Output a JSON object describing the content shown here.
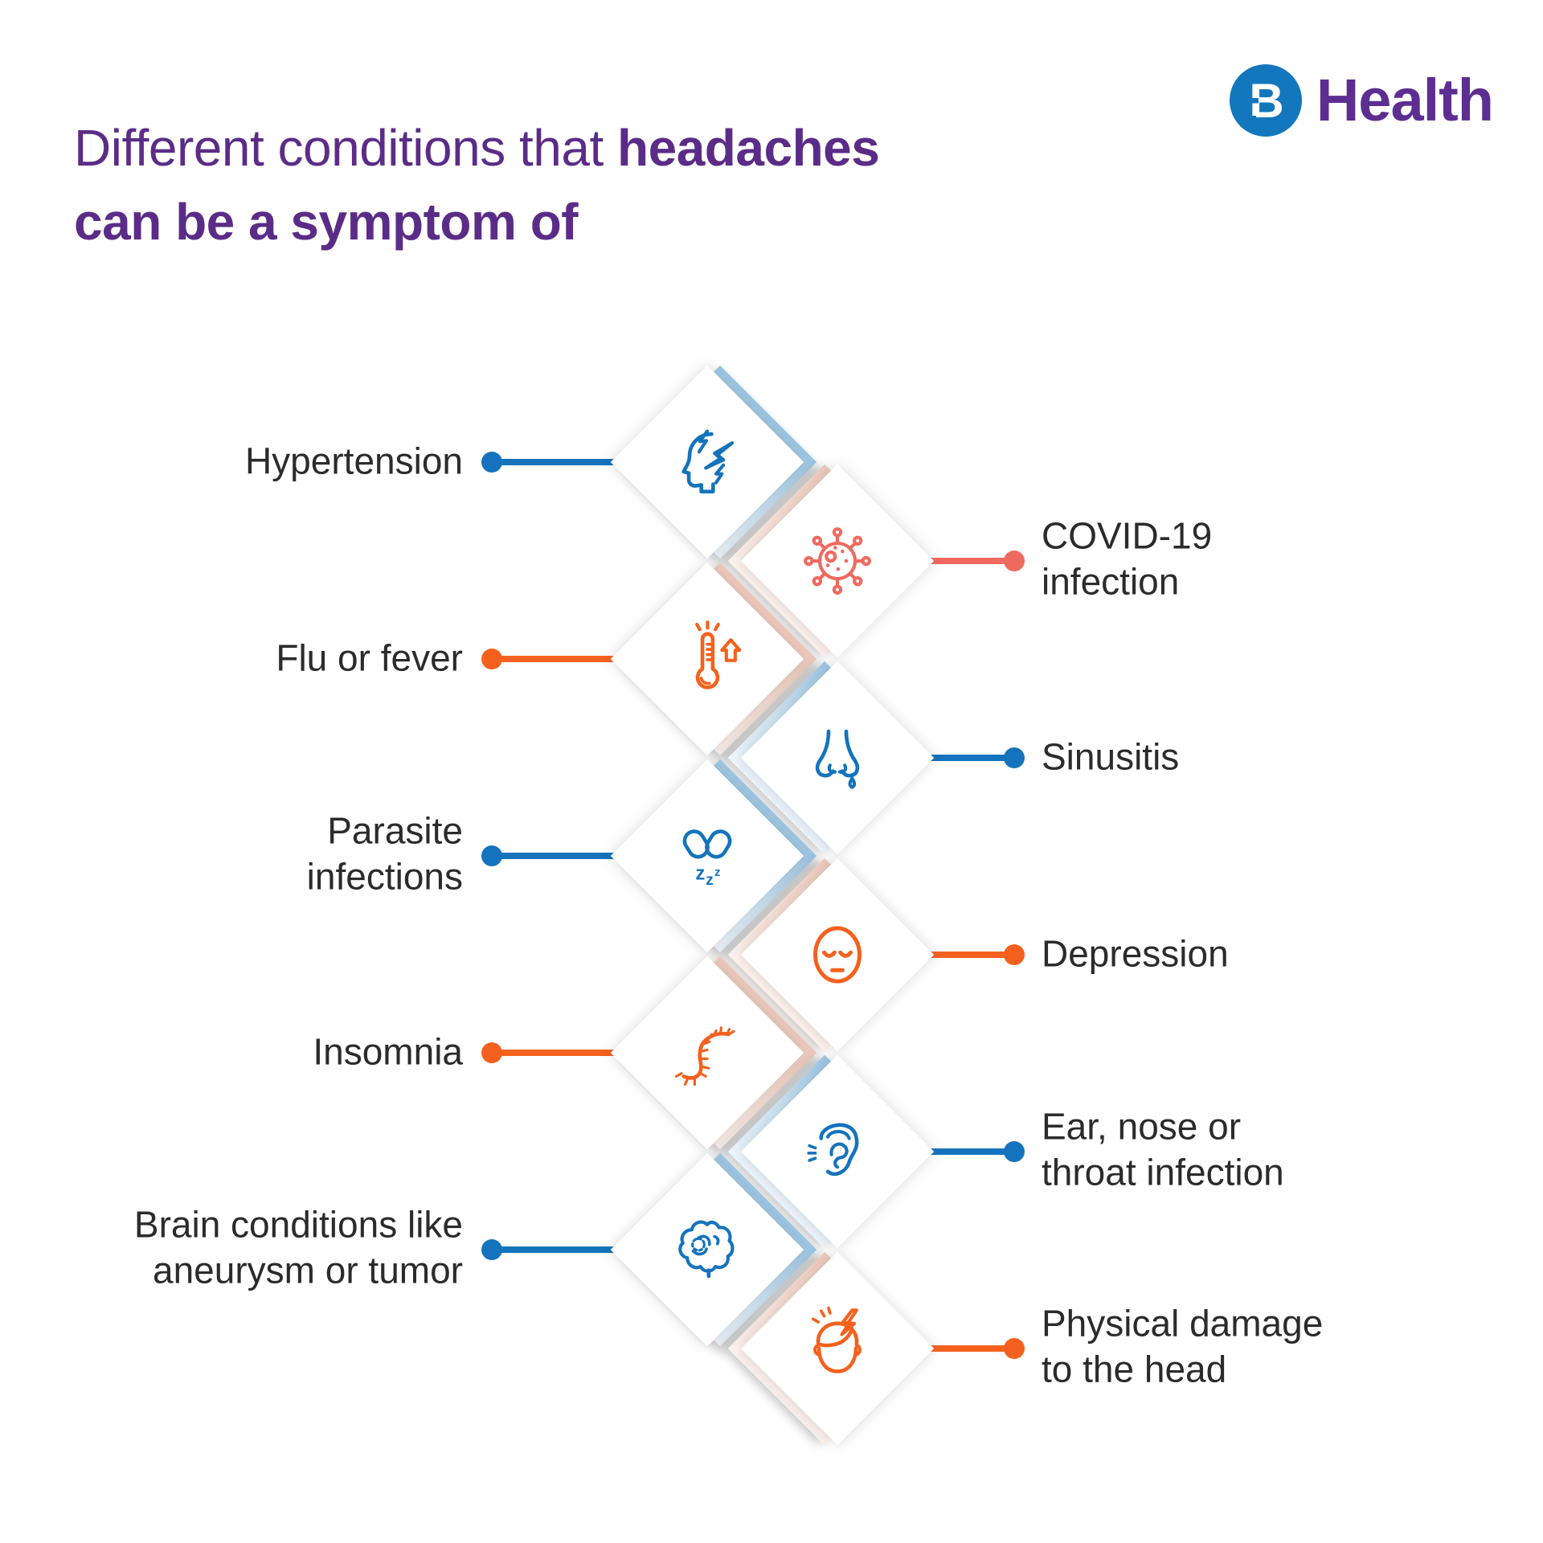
{
  "logo": {
    "monogram": "B",
    "wordmark": "Health"
  },
  "title": {
    "pre": "Different conditions that ",
    "em": "headaches",
    "line2": "can be a symptom of"
  },
  "colors": {
    "accent_blue": "#1473BC",
    "accent_orange": "#F4611E",
    "accent_coral": "#EE6A5F",
    "title_purple": "#5B2C87",
    "logo_circle_blue": "#1377BD",
    "label_text": "#2b2b2b",
    "echo_blue": "#9cc6e4",
    "echo_pink": "#efc9bc"
  },
  "items": [
    {
      "label": "Hypertension",
      "side": "left",
      "color": "blue",
      "icon": "headache-head-icon"
    },
    {
      "label": "COVID-19 infection",
      "side": "right",
      "color": "coral",
      "icon": "virus-icon"
    },
    {
      "label": "Flu or fever",
      "side": "left",
      "color": "orange",
      "icon": "thermometer-icon"
    },
    {
      "label": "Sinusitis",
      "side": "right",
      "color": "blue",
      "icon": "nose-icon"
    },
    {
      "label": "Parasite infections",
      "side": "left",
      "color": "blue",
      "icon": "sleeping-pills-icon"
    },
    {
      "label": "Depression",
      "side": "right",
      "color": "orange",
      "icon": "sad-face-icon"
    },
    {
      "label": "Insomnia",
      "side": "left",
      "color": "orange",
      "icon": "worm-icon"
    },
    {
      "label": "Ear, nose or throat infection",
      "side": "right",
      "color": "blue",
      "icon": "ear-icon"
    },
    {
      "label": "Brain conditions like aneurysm or tumor",
      "side": "left",
      "color": "blue",
      "icon": "brain-icon"
    },
    {
      "label": "Physical damage to the head",
      "side": "right",
      "color": "orange",
      "icon": "head-injury-icon"
    }
  ]
}
